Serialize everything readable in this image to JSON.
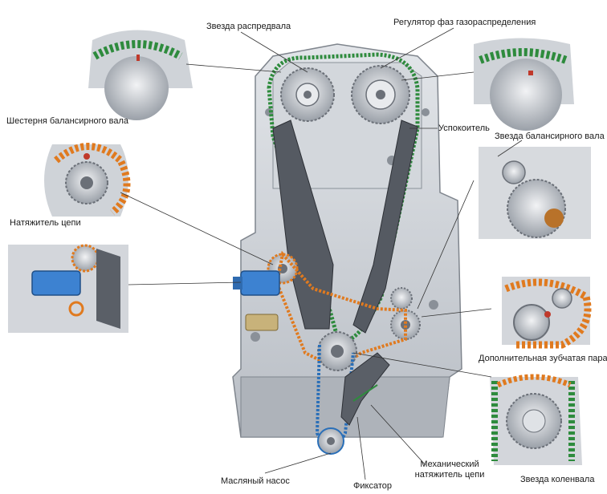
{
  "labels": {
    "camshaft_sprocket": "Звезда распредвала",
    "phase_regulator": "Регулятор фаз газораспределения",
    "balancer_gear": "Шестерня балансирного вала",
    "damper": "Успокоитель",
    "balancer_sprocket": "Звезда балансирного вала",
    "chain_tensioner": "Натяжитель цепи",
    "extra_gear_pair": "Дополнительная зубчатая пара",
    "oil_pump": "Масляный насос",
    "retainer": "Фиксатор",
    "mech_tensioner_line1": "Механический",
    "mech_tensioner_line2": "натяжитель цепи",
    "crank_sprocket": "Звезда коленвала"
  },
  "colors": {
    "engine_block": "#c9cdd3",
    "engine_shadow": "#9ea4ac",
    "timing_chain": "#2e8b3d",
    "balancer_chain": "#e07a1f",
    "oil_pump_chain": "#2a6fb8",
    "tensioner": "#3d82d1",
    "guide": "#4a4f57"
  }
}
